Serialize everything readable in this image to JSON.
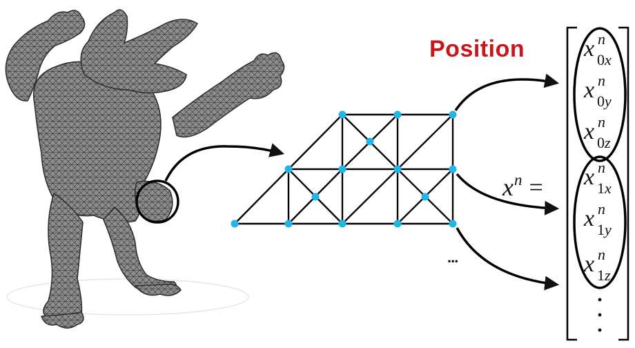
{
  "labels": {
    "title": "Position",
    "eq_base": "x",
    "eq_sup": "n",
    "eq_sign": "=",
    "ellipsis": "..."
  },
  "vector_components": [
    {
      "base": "x",
      "sup": "n",
      "index": "0",
      "axis": "x"
    },
    {
      "base": "x",
      "sup": "n",
      "index": "0",
      "axis": "y"
    },
    {
      "base": "x",
      "sup": "n",
      "index": "0",
      "axis": "z"
    },
    {
      "base": "x",
      "sup": "n",
      "index": "1",
      "axis": "x"
    },
    {
      "base": "x",
      "sup": "n",
      "index": "1",
      "axis": "y"
    },
    {
      "base": "x",
      "sup": "n",
      "index": "1",
      "axis": "z"
    }
  ],
  "colors": {
    "title": "#c8161d",
    "vertex": "#1fb6e8",
    "ink": "#111111",
    "mesh_fill": "#8e8e8e",
    "mesh_line": "#3a3a3a"
  },
  "icons": {
    "model": "armadillo-mesh-icon"
  }
}
